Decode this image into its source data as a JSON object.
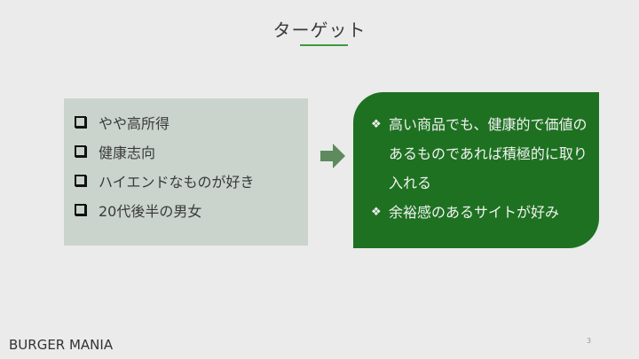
{
  "slide": {
    "title": "ターゲット",
    "left_list": [
      "やや高所得",
      "健康志向",
      "ハイエンドなものが好き",
      "20代後半の男女"
    ],
    "right_list": [
      "高い商品でも、健康的で価値のあるものであれば積極的に取り入れる",
      "余裕感のあるサイトが好み"
    ],
    "footer": "BURGER MANIA",
    "page_number": "3"
  },
  "colors": {
    "accent_green": "#1e7121",
    "underline_green": "#3f9a3f",
    "left_box_bg": "#cad4cc",
    "arrow": "#5e8a5e"
  }
}
